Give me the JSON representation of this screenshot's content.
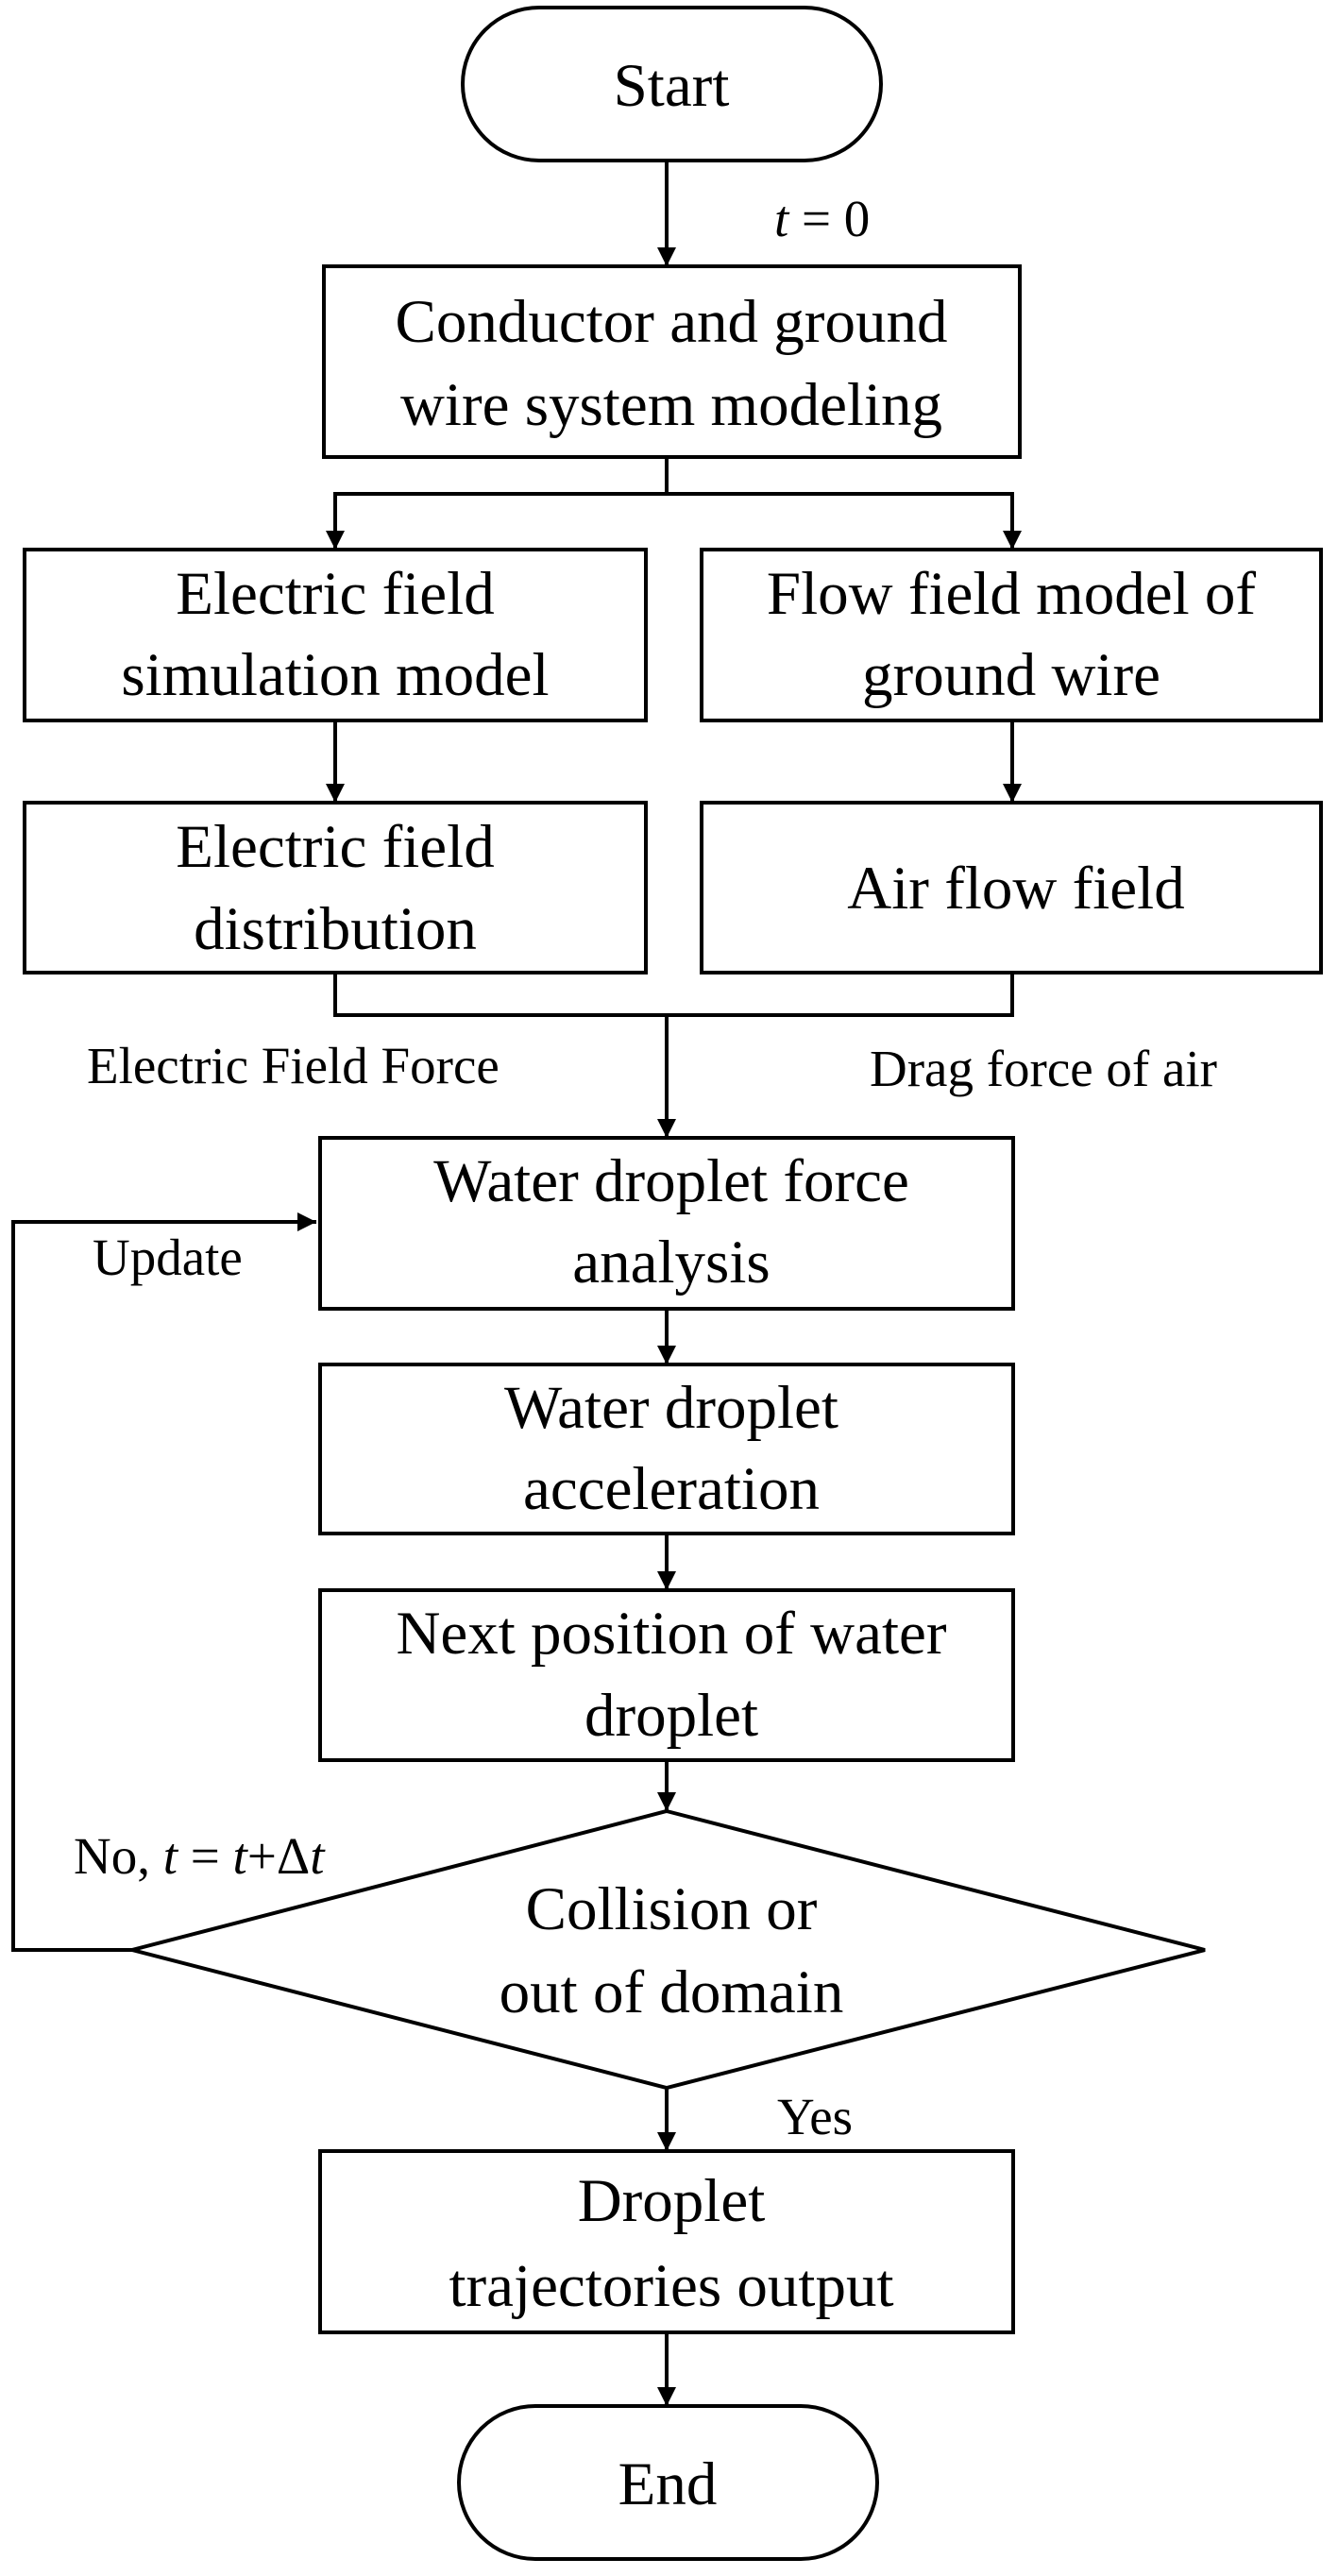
{
  "nodes": {
    "start": "Start",
    "modeling": [
      "Conductor and ground",
      "wire system modeling"
    ],
    "electric_model": [
      "Electric field",
      "simulation model"
    ],
    "flow_model": [
      "Flow field model of",
      "ground wire"
    ],
    "electric_distribution": [
      "Electric field",
      "distribution"
    ],
    "air_flow": "Air flow field",
    "force_analysis": [
      "Water droplet force",
      "analysis"
    ],
    "acceleration": [
      "Water droplet",
      "acceleration"
    ],
    "next_position": [
      "Next position of water",
      "droplet"
    ],
    "decision": [
      "Collision or",
      "out of domain"
    ],
    "output": [
      "Droplet",
      "trajectories output"
    ],
    "end": "End"
  },
  "edge_labels": {
    "t0_var": "t",
    "t0_rest": " = 0",
    "electric_force": "Electric Field Force",
    "drag_force": "Drag force of air",
    "update": "Update",
    "no_prefix": "No, ",
    "no_t1": "t",
    "no_eq": " = ",
    "no_t2": "t",
    "no_plus": "+Δ",
    "no_t3": "t",
    "yes": "Yes"
  }
}
